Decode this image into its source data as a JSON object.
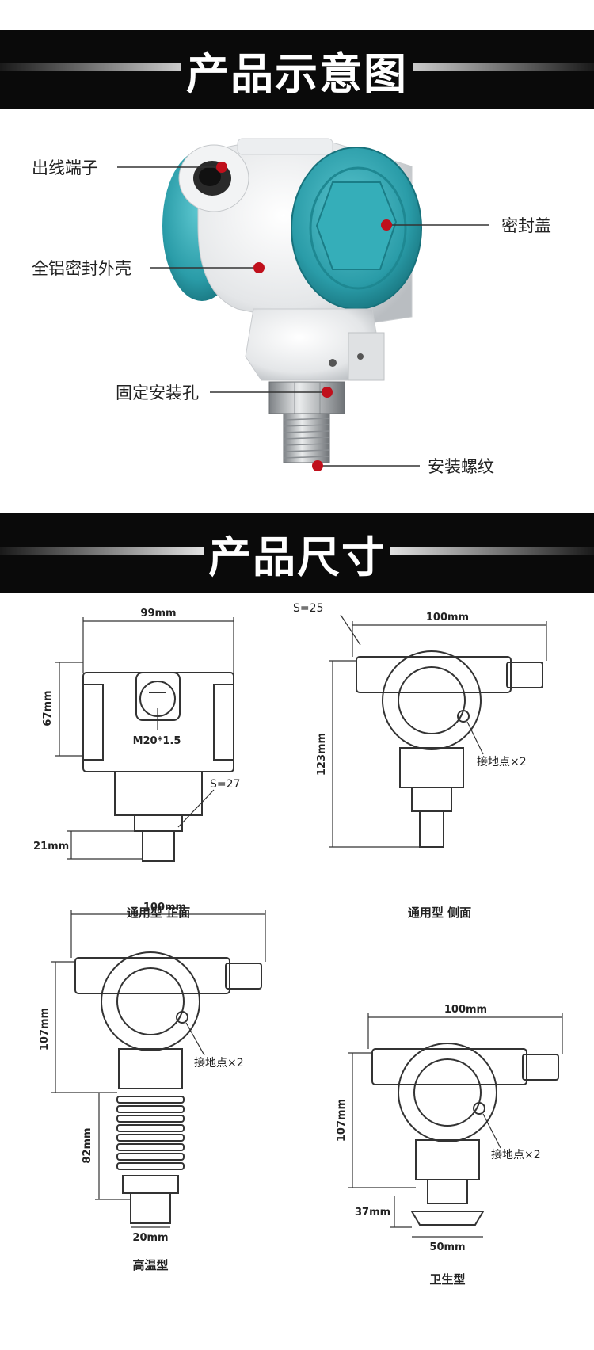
{
  "section1": {
    "title": "产品示意图"
  },
  "callouts": {
    "outlet": "出线端子",
    "housing": "全铝密封外壳",
    "mount_hole": "固定安装孔",
    "cover": "密封盖",
    "thread": "安装螺纹"
  },
  "section2": {
    "title": "产品尺寸"
  },
  "drawings": {
    "front": {
      "caption": "通用型 正面",
      "width": "99mm",
      "height": "67mm",
      "thread_label": "M20*1.5",
      "hex_label": "S=27",
      "stem": "21mm"
    },
    "side": {
      "caption": "通用型 侧面",
      "width": "100mm",
      "height": "123mm",
      "hex_label": "S=25",
      "ground": "接地点×2"
    },
    "hightemp": {
      "caption": "高温型",
      "width": "100mm",
      "height": "107mm",
      "fin": "82mm",
      "base": "20mm",
      "ground": "接地点×2"
    },
    "sanitary": {
      "caption": "卫生型",
      "width": "100mm",
      "height": "107mm",
      "neck": "37mm",
      "flange": "50mm",
      "ground": "接地点×2"
    }
  },
  "colors": {
    "banner": "#0a0a0a",
    "cover_teal": "#2fa8b4",
    "dot_red": "#c0101c"
  }
}
